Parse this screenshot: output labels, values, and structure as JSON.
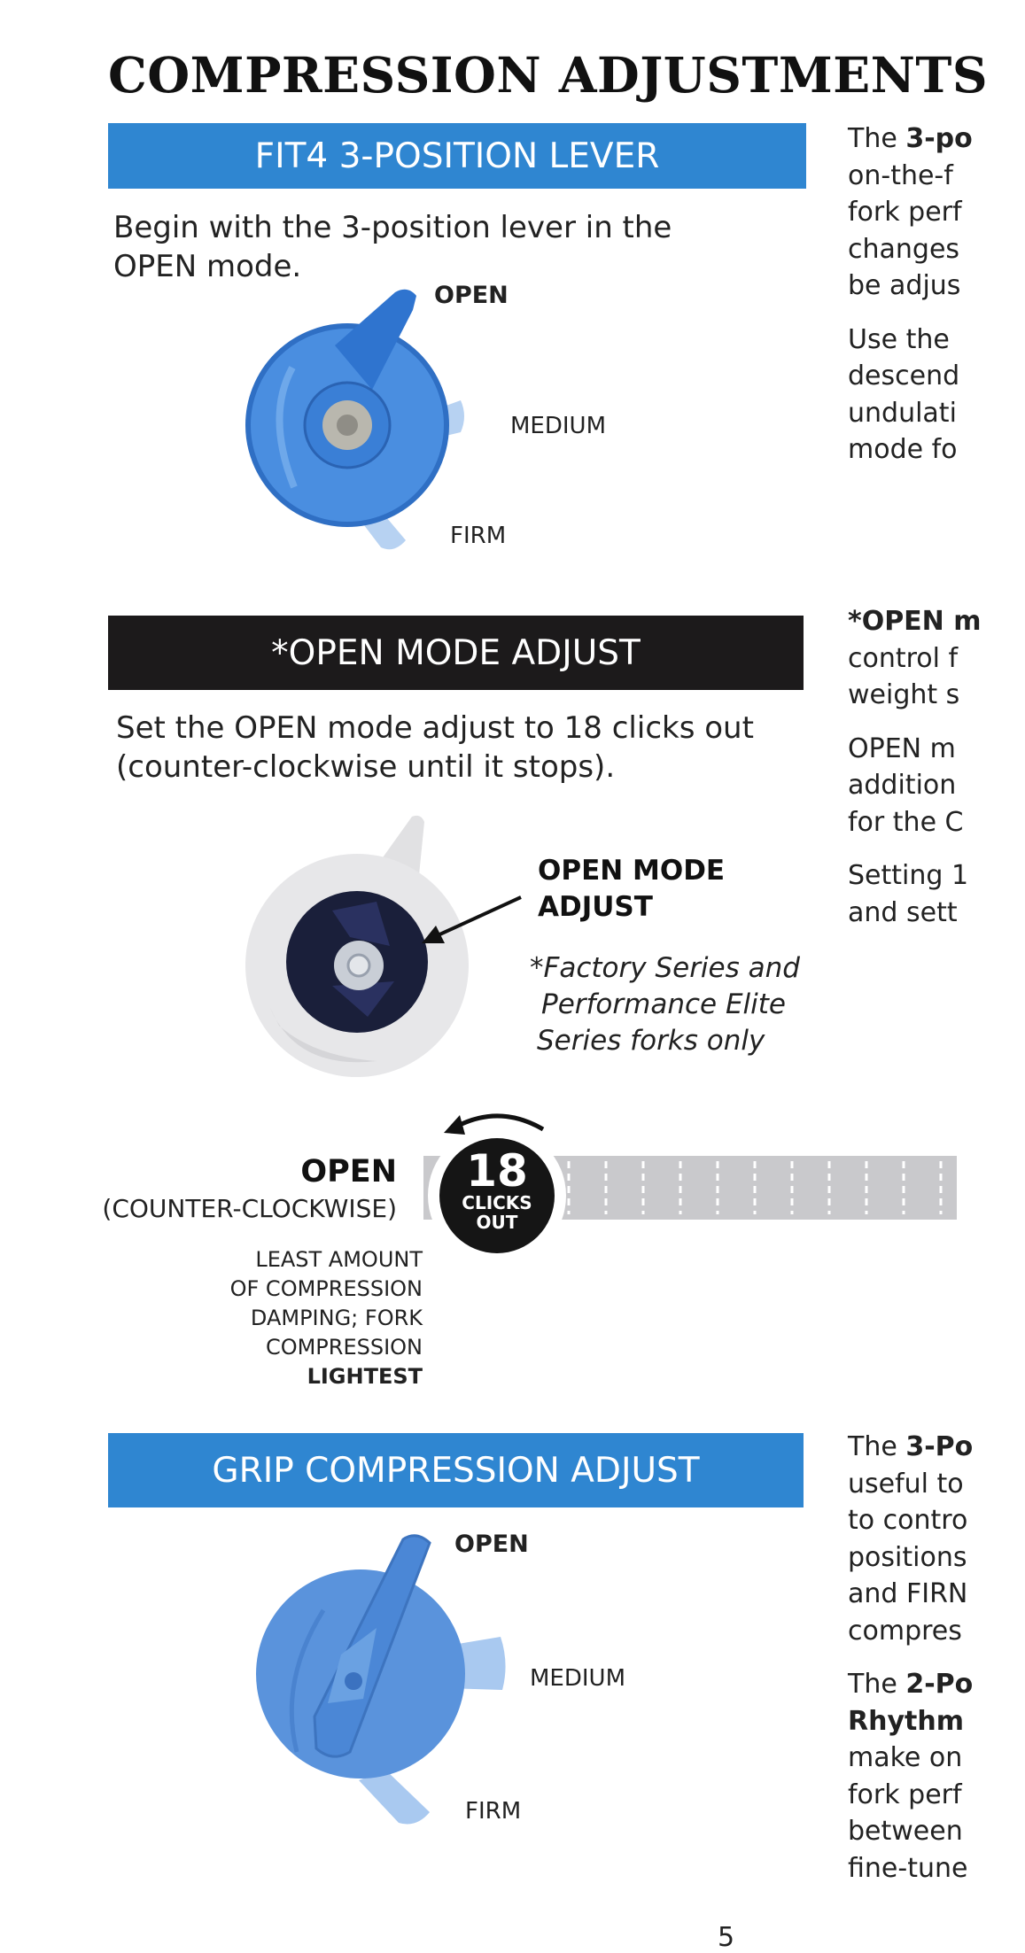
{
  "title": "COMPRESSION ADJUSTMENTS",
  "section1": {
    "header": "FIT4 3-POSITION LEVER",
    "intro": "Begin with the 3-position lever in the OPEN mode.",
    "labels": {
      "open": "OPEN",
      "medium": "MEDIUM",
      "firm": "FIRM"
    },
    "right_p1": {
      "lead": "The ",
      "bold": "3-po",
      "rest": [
        "on-the-f",
        "fork perf",
        "changes",
        "be adjus"
      ]
    },
    "right_p2": [
      "Use the",
      "descend",
      "undulati",
      "mode fo"
    ]
  },
  "section2": {
    "header": "*OPEN MODE ADJUST",
    "intro": "Set the OPEN mode adjust to 18 clicks out (counter-clockwise until it stops).",
    "knob_label_line1": "OPEN MODE",
    "knob_label_line2": "ADJUST",
    "footnote": [
      "*Factory Series and",
      "Performance Elite",
      "Series forks only"
    ],
    "right_p1": {
      "bold": "*OPEN m",
      "rest": [
        "control f",
        "weight s"
      ]
    },
    "right_p2": [
      "OPEN m",
      "addition",
      "for the C"
    ],
    "right_p3": [
      "Setting 1",
      "and sett"
    ]
  },
  "clicks": {
    "direction_label": "OPEN",
    "direction_sub": "(COUNTER-CLOCKWISE)",
    "number": "18",
    "unit_line1": "CLICKS",
    "unit_line2": "OUT",
    "description": [
      "LEAST AMOUNT",
      "OF COMPRESSION",
      "DAMPING; FORK",
      "COMPRESSION"
    ],
    "description_bold": "LIGHTEST"
  },
  "section3": {
    "header": "GRIP COMPRESSION ADJUST",
    "labels": {
      "open": "OPEN",
      "medium": "MEDIUM",
      "firm": "FIRM"
    },
    "right_p1": {
      "lead": "The ",
      "bold": "3-Po",
      "rest": [
        "useful to",
        "to contro",
        "positions",
        "and FIRN",
        "compres"
      ]
    },
    "right_p2": {
      "lead": "The ",
      "bold": "2-Po",
      "bold2": "Rhythm",
      "rest": [
        "make on",
        "fork perf",
        "between",
        "fine-tune"
      ]
    }
  },
  "page_number": "5",
  "colors": {
    "brand_blue": "#2f86d1",
    "dark_bar": "#1c1a1b",
    "lever_blue": "#3f7fd3",
    "light_blue": "#b7d2f2",
    "scale_gray": "#c9c9cc"
  }
}
